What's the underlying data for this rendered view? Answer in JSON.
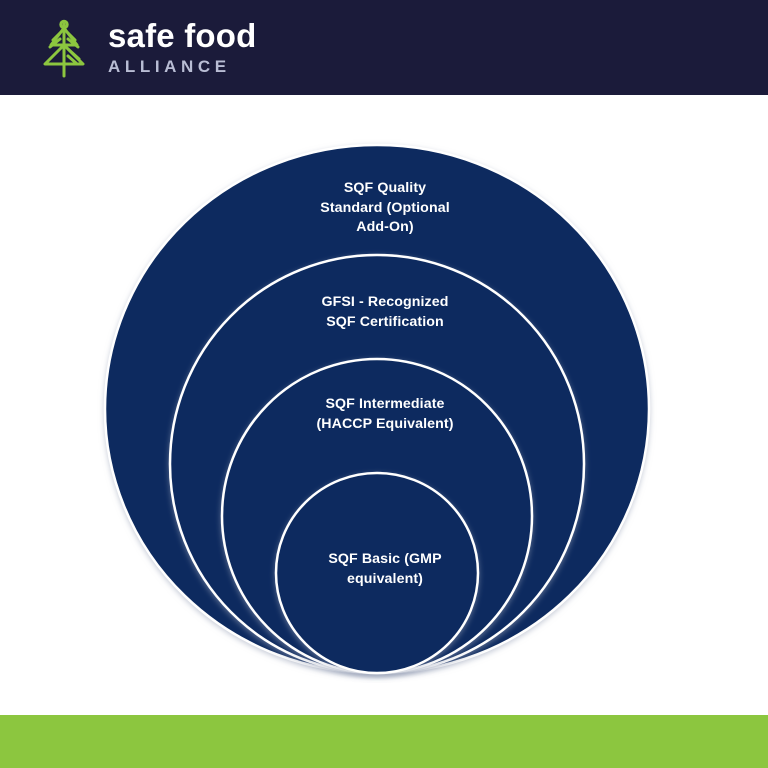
{
  "header": {
    "background_color": "#1b1b3a",
    "logo_icon": "leaf-logo-icon",
    "logo_color": "#8cc63f",
    "brand_name": "safe food",
    "brand_subname": "ALLIANCE"
  },
  "diagram": {
    "type": "nested-circles",
    "fill_color": "#0c2a5e",
    "ring_color": "#ffffff",
    "label_color": "#ffffff",
    "tiers": [
      {
        "id": "sqf-quality-standard",
        "label": "SQF Quality\nStandard (Optional\nAdd-On)",
        "level": 4
      },
      {
        "id": "gfsi-recognized-sqf-certification",
        "label": "GFSI - Recognized\nSQF Certification",
        "level": 3
      },
      {
        "id": "sqf-intermediate",
        "label": "SQF Intermediate\n(HACCP Equivalent)",
        "level": 2
      },
      {
        "id": "sqf-basic",
        "label": "SQF Basic (GMP\nequivalent)",
        "level": 1
      }
    ]
  },
  "footer": {
    "background_color": "#8cc63f"
  }
}
